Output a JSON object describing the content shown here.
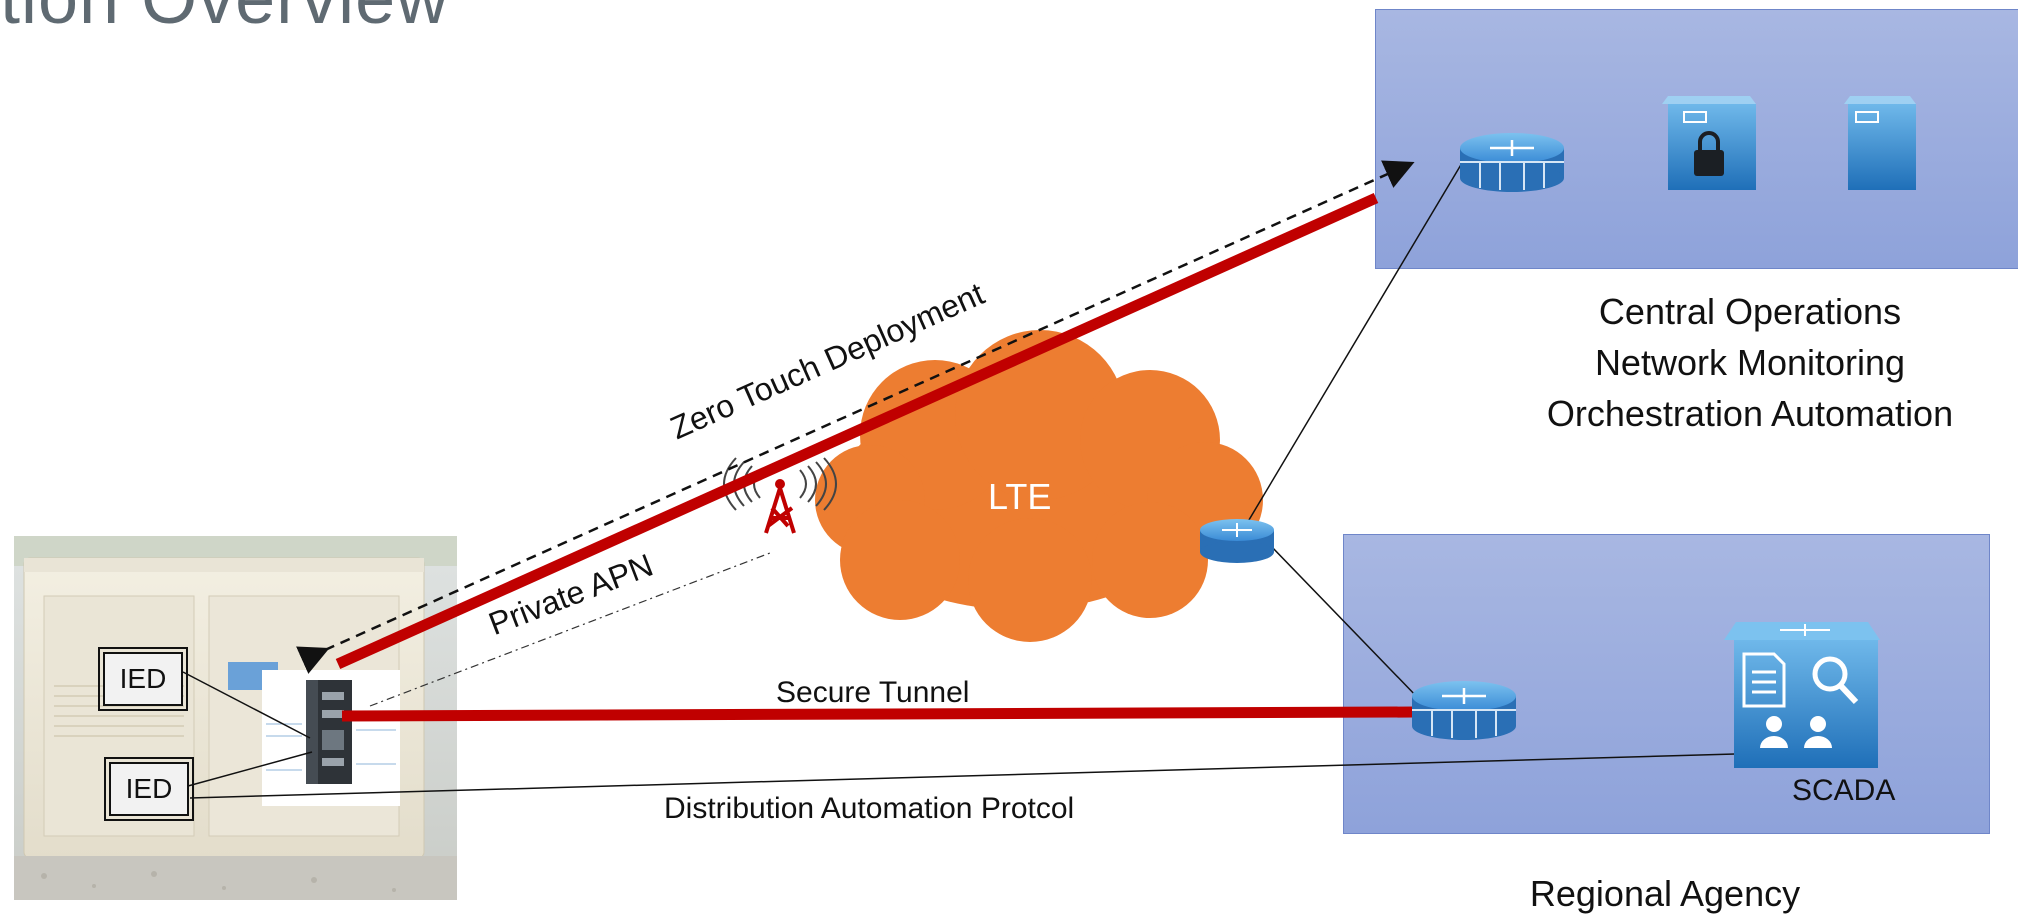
{
  "title": "tion Overview",
  "central": {
    "lines": [
      "Central Operations",
      "Network Monitoring",
      "Orchestration Automation"
    ]
  },
  "regional": {
    "label": "Regional Agency",
    "scada_label": "SCADA"
  },
  "cloud": {
    "label": "LTE"
  },
  "links": {
    "zero_touch": "Zero Touch Deployment",
    "private_apn": "Private APN",
    "secure_tunnel": "Secure Tunnel",
    "da_protocol": "Distribution Automation Protcol"
  },
  "ied": {
    "top": "IED",
    "bottom": "IED"
  },
  "colors": {
    "panel": "#98aadd",
    "tunnel": "#c00000",
    "cloud": "#ed7d31",
    "tower": "#c00000",
    "device": "#3a8bd6"
  }
}
